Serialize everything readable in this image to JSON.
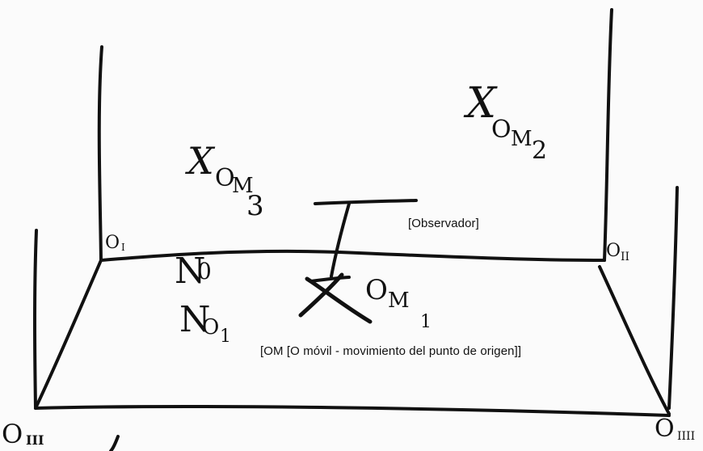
{
  "handwritten": {
    "o1": "O",
    "o1_sub": "I",
    "o2": "O",
    "o2_sub": "II",
    "o3": "O",
    "o3_sub": "III",
    "o4": "O",
    "o4_sub": "IIII",
    "xom3_x": "X",
    "xom3_o": "O",
    "xom3_m": "M",
    "xom3_sub": "3",
    "xom2_x": "X",
    "xom2_o": "O",
    "xom2_m": "M",
    "xom2_sub": "2",
    "om1_o": "O",
    "om1_m": "M",
    "om1_sub": "1",
    "n0": "N",
    "n0_sub": "0",
    "n01": "N",
    "n01_sub_o": "O",
    "n01_sub_1": "1"
  },
  "printed": {
    "observer": "[Observador]",
    "om_caption": "[OM [O móvil - movimiento del punto de origen]]"
  }
}
